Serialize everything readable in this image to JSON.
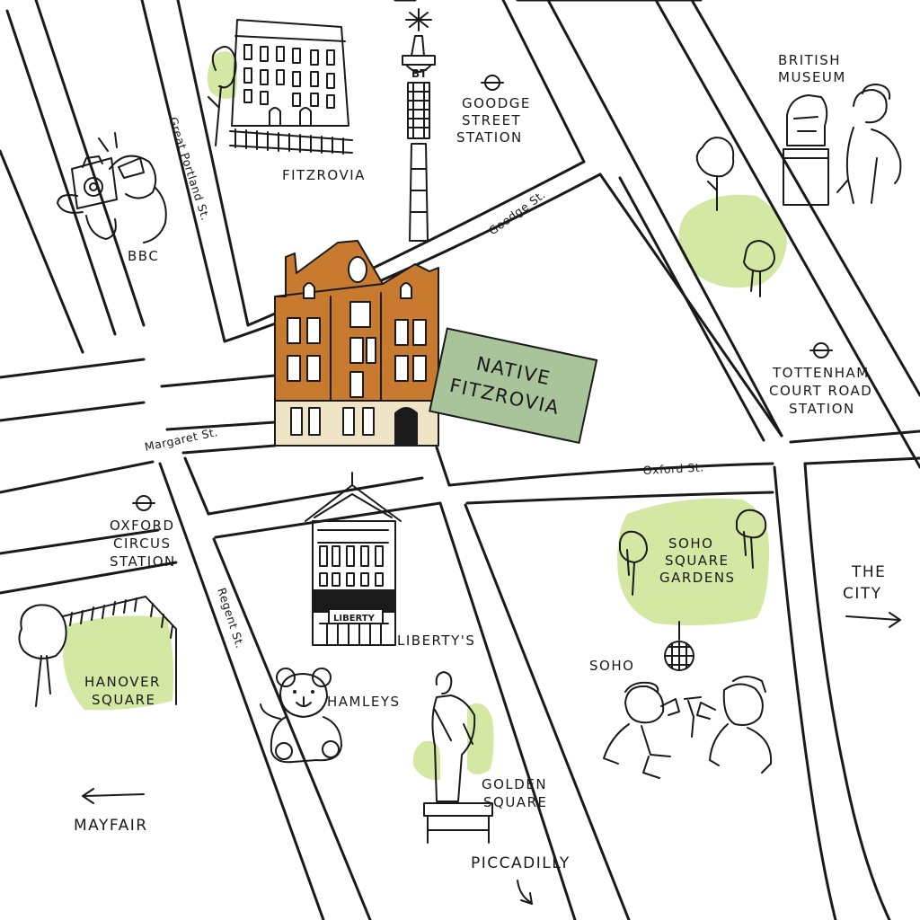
{
  "colors": {
    "green_space": "#d4e8a3",
    "badge_fill": "#a9c39a",
    "building_brick": "#c87a2e",
    "building_base": "#efe4c6",
    "ink": "#1a1a1a"
  },
  "badge": {
    "line1": "NATIVE",
    "line2": "FITZROVIA"
  },
  "labels": {
    "fitzrovia": "FITZROVIA",
    "bbc": "BBC",
    "bt_tower": "BT",
    "goodge_station": [
      "GOODGE",
      "STREET",
      "STATION"
    ],
    "british_museum": [
      "BRITISH",
      "MUSEUM"
    ],
    "tottenham_station": [
      "TOTTENHAM",
      "COURT ROAD",
      "STATION"
    ],
    "oxford_circus_station": [
      "OXFORD",
      "CIRCUS",
      "STATION"
    ],
    "liberty_sign": "LIBERTY",
    "libertys": "LIBERTY'S",
    "soho_square": [
      "SOHO",
      "SQUARE",
      "GARDENS"
    ],
    "the_city": [
      "THE",
      "CITY"
    ],
    "soho": "SOHO",
    "hanover_square": [
      "HANOVER",
      "SQUARE"
    ],
    "hamleys": "HAMLEYS",
    "golden_square": [
      "GOLDEN",
      "SQUARE"
    ],
    "mayfair": "MAYFAIR",
    "piccadilly": "PICCADILLY"
  },
  "streets": {
    "great_portland": "Great Portland St.",
    "goodge": "Goodge St.",
    "margaret": "Margaret St.",
    "oxford": "Oxford St.",
    "regent": "Regent St."
  },
  "icons": [
    "tube-roundel-icon",
    "arrow-right-icon",
    "arrow-left-icon",
    "arrow-down-icon",
    "tree-icon",
    "camera-person-icon",
    "teddy-bear-icon",
    "statue-icon",
    "disco-ball-icon"
  ]
}
